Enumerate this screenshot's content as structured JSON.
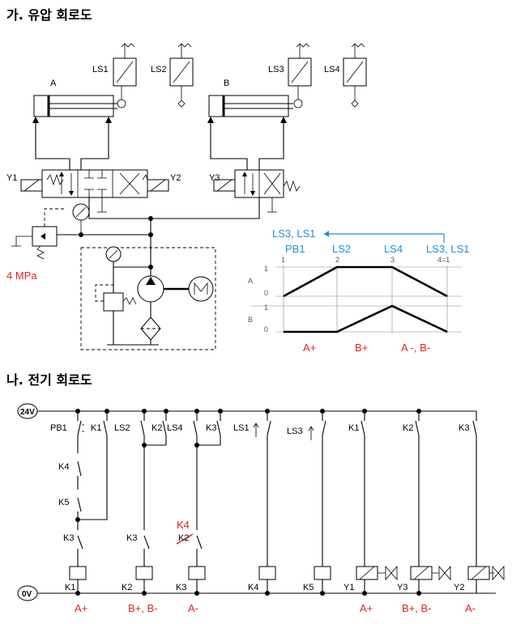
{
  "headings": {
    "hydraulic": "가. 유압 회로도",
    "electric": "나. 전기 회로도"
  },
  "hydraulic": {
    "cylinders": [
      "A",
      "B"
    ],
    "limit_switches": [
      "LS1",
      "LS2",
      "LS3",
      "LS4"
    ],
    "solenoids": [
      "Y1",
      "Y2",
      "Y3"
    ],
    "pressure_setting": "4 MPa"
  },
  "timing": {
    "arrow_label": "LS3, LS1",
    "step_labels": [
      "PB1",
      "LS2",
      "LS4",
      "LS3, LS1"
    ],
    "step_numbers": [
      "1",
      "2",
      "3",
      "4=1"
    ],
    "rows": [
      {
        "name": "A",
        "levels": [
          "1",
          "0"
        ]
      },
      {
        "name": "B",
        "levels": [
          "1",
          "0"
        ]
      }
    ],
    "motions": [
      "A+",
      "B+",
      "A -, B-"
    ]
  },
  "electric": {
    "supply_top": "24V",
    "supply_bottom": "0V",
    "contacts": [
      "PB1",
      "K1",
      "LS2",
      "K2",
      "LS4",
      "K3",
      "LS1",
      "LS3",
      "K1",
      "K2",
      "K3"
    ],
    "series_contacts": [
      "K4",
      "K5",
      "K3",
      "K3",
      "K2"
    ],
    "correction": "K4",
    "coils": [
      "K1",
      "K2",
      "K3",
      "K4",
      "K5",
      "Y1",
      "Y3",
      "Y2"
    ],
    "motions": [
      "A+",
      "B+, B-",
      "A-",
      "A+",
      "B+, B-",
      "A-"
    ]
  },
  "colors": {
    "blue": "#1f8fe0",
    "red": "#e0241b"
  }
}
